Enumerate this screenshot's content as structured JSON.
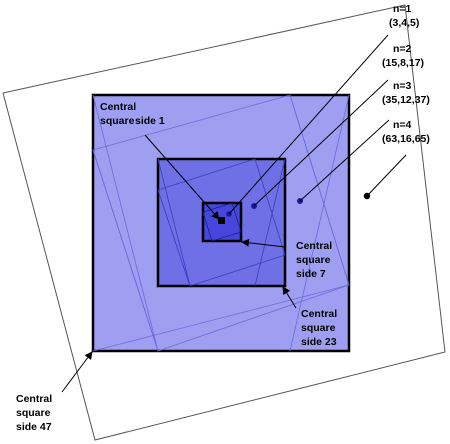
{
  "figure": {
    "series": [
      {
        "n": "n=1",
        "triple": "(3,4,5)"
      },
      {
        "n": "n=2",
        "triple": "(15,8,17)"
      },
      {
        "n": "n=3",
        "triple": "(35,12,37)"
      },
      {
        "n": "n=4",
        "triple": "(63,16,65)"
      }
    ],
    "central_labels": [
      {
        "line1": "Central",
        "line2": "square",
        "line3": "side 1"
      },
      {
        "line1": "Central",
        "line2": "square",
        "line3": "side 7"
      },
      {
        "line1": "Central",
        "line2": "square",
        "line3": "side 23"
      },
      {
        "line1": "Central",
        "line2": "square",
        "line3": "side 47"
      }
    ],
    "colors": {
      "outer_fill": "#ffffff",
      "large_fill": "#9f9ff2",
      "mid_fill": "#6f6fe6",
      "inner_fill": "#4646dc",
      "core_fill": "#2d2db4",
      "stroke": "#000000"
    }
  }
}
